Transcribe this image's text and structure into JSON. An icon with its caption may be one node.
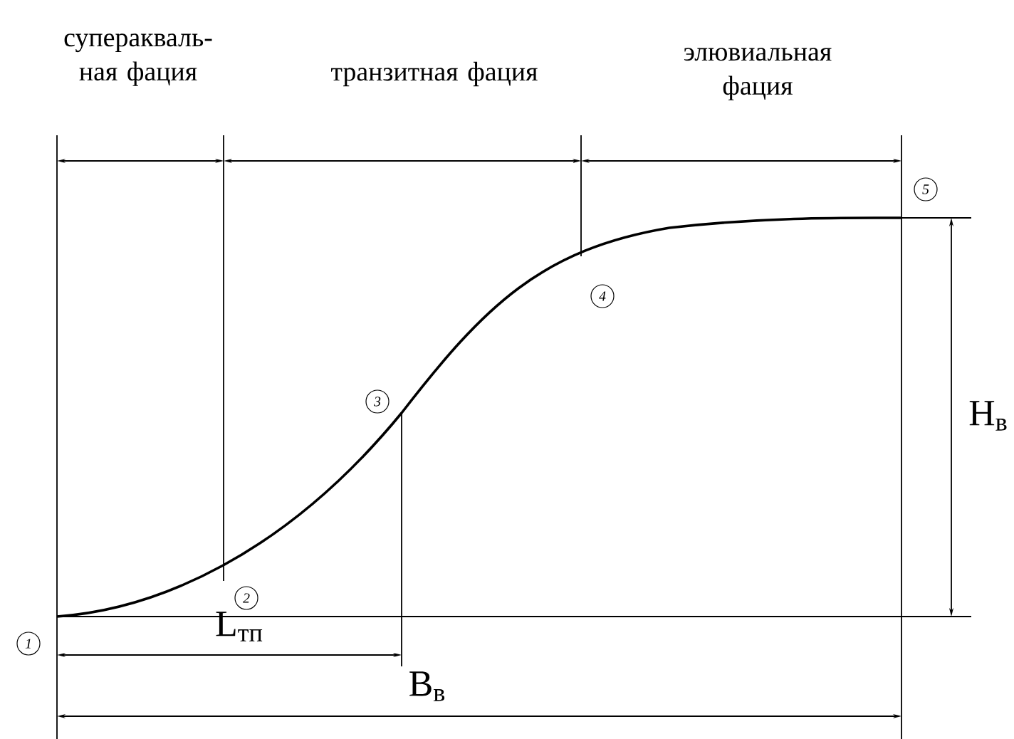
{
  "diagram": {
    "labels": [
      "суперакваль- ная фация",
      "транзитная фация",
      "элювиальная фация",
      "1",
      "2",
      "3",
      "4",
      "5",
      "L$_{тп}$",
      "B$_{в}$",
      "H$_{в}$"
    ]
  }
}
